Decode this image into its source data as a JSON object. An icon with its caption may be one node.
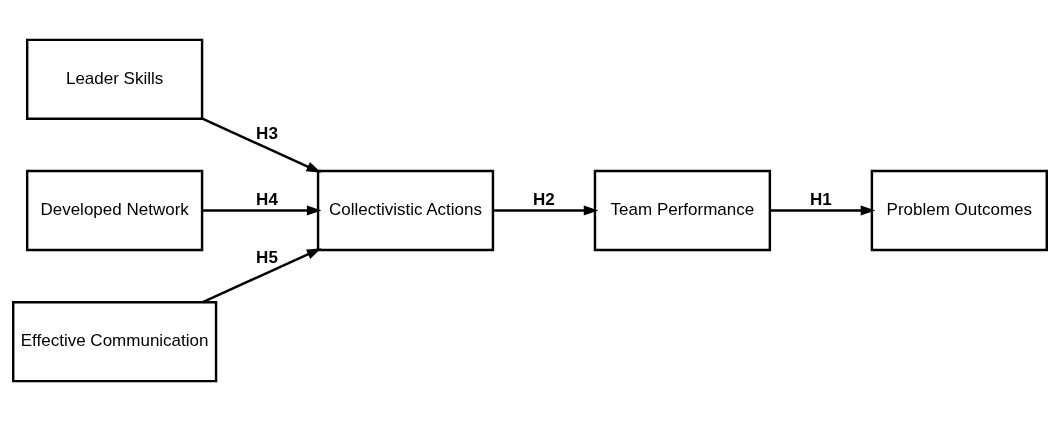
{
  "diagram": {
    "nodes": [
      {
        "text": [
          "Leader Skills"
        ]
      },
      {
        "text": [
          "Developed Network"
        ]
      },
      {
        "text": [
          "Effective Communication"
        ]
      },
      {
        "text": [
          "Collectivistic Actions"
        ]
      },
      {
        "text": [
          "Team Performance"
        ]
      },
      {
        "text": [
          "Problem Outcomes"
        ]
      }
    ],
    "edges": [
      {
        "from": 0,
        "to": 3,
        "arrow": "to",
        "label": "H3"
      },
      {
        "from": 1,
        "to": 3,
        "arrow": "to",
        "label": "H4"
      },
      {
        "from": 2,
        "to": 3,
        "arrow": "to",
        "label": "H5"
      },
      {
        "from": 3,
        "to": 4,
        "arrow": "to",
        "label": "H2"
      },
      {
        "from": 4,
        "to": 5,
        "arrow": "to",
        "label": "H1"
      }
    ]
  }
}
